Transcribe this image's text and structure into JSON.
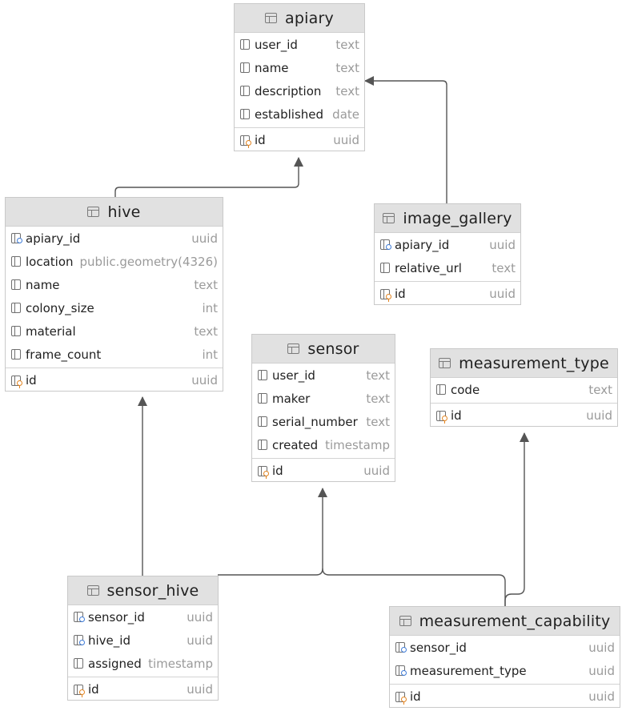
{
  "tables": {
    "apiary": {
      "name": "apiary",
      "columns": [
        {
          "name": "user_id",
          "type": "text"
        },
        {
          "name": "name",
          "type": "text"
        },
        {
          "name": "description",
          "type": "text"
        },
        {
          "name": "established",
          "type": "date"
        }
      ],
      "pk": {
        "name": "id",
        "type": "uuid"
      }
    },
    "hive": {
      "name": "hive",
      "columns": [
        {
          "name": "apiary_id",
          "type": "uuid"
        },
        {
          "name": "location",
          "type": "public.geometry(4326)"
        },
        {
          "name": "name",
          "type": "text"
        },
        {
          "name": "colony_size",
          "type": "int"
        },
        {
          "name": "material",
          "type": "text"
        },
        {
          "name": "frame_count",
          "type": "int"
        }
      ],
      "pk": {
        "name": "id",
        "type": "uuid"
      }
    },
    "image_gallery": {
      "name": "image_gallery",
      "columns": [
        {
          "name": "apiary_id",
          "type": "uuid"
        },
        {
          "name": "relative_url",
          "type": "text"
        }
      ],
      "pk": {
        "name": "id",
        "type": "uuid"
      }
    },
    "sensor": {
      "name": "sensor",
      "columns": [
        {
          "name": "user_id",
          "type": "text"
        },
        {
          "name": "maker",
          "type": "text"
        },
        {
          "name": "serial_number",
          "type": "text"
        },
        {
          "name": "created",
          "type": "timestamp"
        }
      ],
      "pk": {
        "name": "id",
        "type": "uuid"
      }
    },
    "measurement_type": {
      "name": "measurement_type",
      "columns": [
        {
          "name": "code",
          "type": "text"
        }
      ],
      "pk": {
        "name": "id",
        "type": "uuid"
      }
    },
    "sensor_hive": {
      "name": "sensor_hive",
      "columns": [
        {
          "name": "sensor_id",
          "type": "uuid"
        },
        {
          "name": "hive_id",
          "type": "uuid"
        },
        {
          "name": "assigned",
          "type": "timestamp"
        }
      ],
      "pk": {
        "name": "id",
        "type": "uuid"
      }
    },
    "measurement_capability": {
      "name": "measurement_capability",
      "columns": [
        {
          "name": "sensor_id",
          "type": "uuid"
        },
        {
          "name": "measurement_type",
          "type": "uuid"
        }
      ],
      "pk": {
        "name": "id",
        "type": "uuid"
      }
    }
  },
  "colors": {
    "header_bg": "#e1e1e1",
    "edge": "#555555",
    "fk_marker": "#3d7bd8",
    "pk_marker": "#e38420",
    "type_text": "#9a9a9a"
  },
  "icons": {
    "table": "table-icon",
    "column": "column-icon",
    "foreign_key": "foreign-key-column-icon",
    "primary_key": "primary-key-column-icon"
  }
}
